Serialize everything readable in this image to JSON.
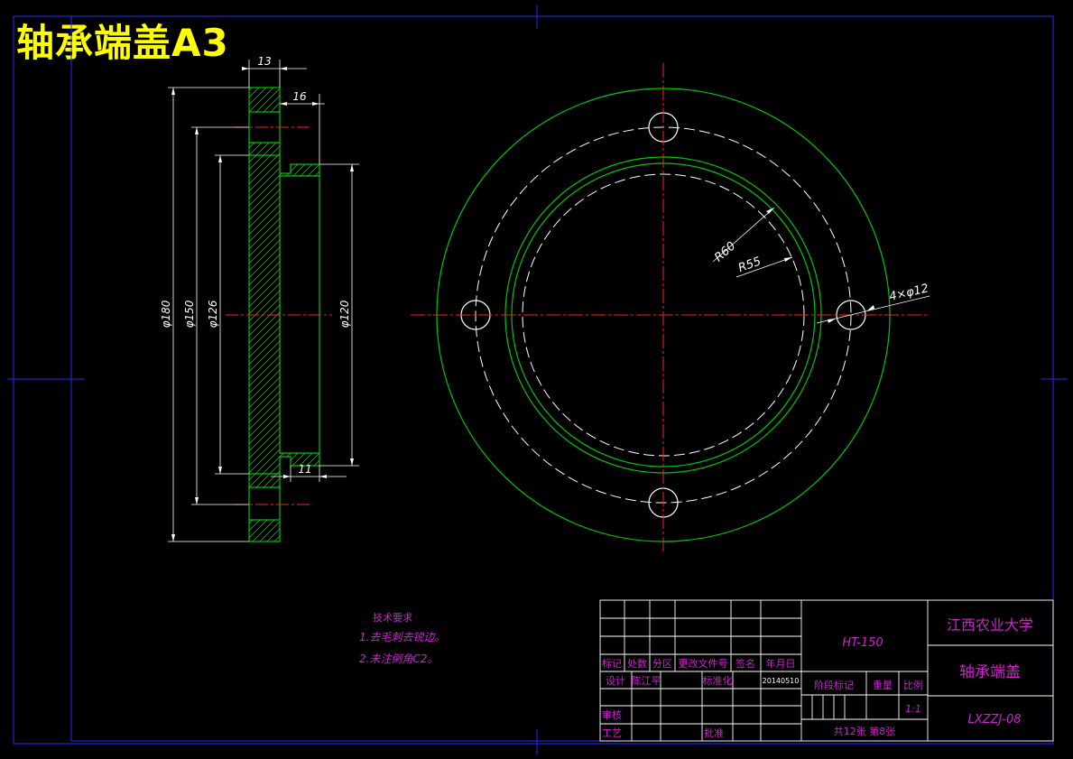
{
  "header": {
    "title": "轴承端盖A3"
  },
  "colors": {
    "border": "#2a2aff",
    "part": "#00c800",
    "dim": "#ffffff",
    "center": "#ff2020",
    "note": "#d020d0",
    "title_text": "#ffff00"
  },
  "side_view_dims": {
    "top_width": "13",
    "boss_width": "16",
    "bottom_width": "11",
    "d180": "φ180",
    "d150": "φ150",
    "d126": "φ126",
    "d120": "φ120"
  },
  "front_view_dims": {
    "r60": "R60",
    "r55": "R55",
    "holes": "4×φ12"
  },
  "tech_notes": {
    "heading": "技术要求",
    "line1": "1.去毛刺去锐边。",
    "line2": "2.未注倒角C2。"
  },
  "title_block": {
    "material": "HT-150",
    "school": "江西农业大学",
    "part_name": "轴承端盖",
    "drawing_no": "LXZZJ-08",
    "h_mark": "标记",
    "h_count": "处数",
    "h_zone": "分区",
    "h_docno": "更改文件号",
    "h_sign": "签名",
    "h_date": "年月日",
    "design_label": "设计",
    "designer": "陈江平",
    "standard_label": "标准化",
    "design_date": "20140510",
    "stage_label": "阶段标记",
    "weight_label": "重量",
    "scale_label": "比例",
    "scale_value": "1:1",
    "review_label": "审核",
    "process_label": "工艺",
    "approve_label": "批准",
    "sheets": "共12张 第8张"
  }
}
